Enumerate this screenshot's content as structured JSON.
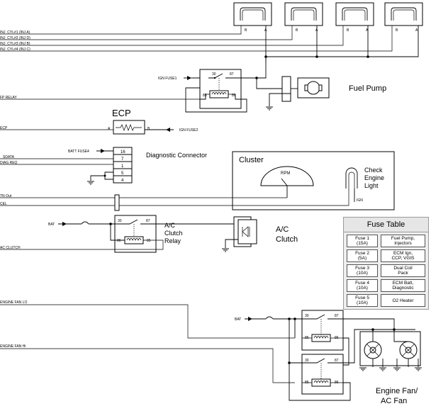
{
  "wires_left": {
    "inj1": "INJ_CYL#1 (INJ A)",
    "inj2": "INJ_CYL#2 (INJ D)",
    "inj3": "INJ_CYL#3 (INJ B)",
    "inj4": "INJ_CYL#4 (INJ C)",
    "fp_relay": "FP RELAY",
    "ecp": "ECP",
    "sdata": "SDATA",
    "diag_req": "DIAG REQ",
    "tn_out": "TN Out",
    "cel": "CEL",
    "ac_clutch": "AC CLUTCH",
    "fan_lo": "ENGINE FAN LO",
    "fan_hi": "ENGINE FAN Hi"
  },
  "injector_pins": {
    "b": "B",
    "a": "A"
  },
  "fuel_pump": {
    "ign": "IGN FUSE1",
    "label": "Fuel Pump",
    "p30": "30",
    "p87": "87",
    "p85": "85",
    "p86": "86"
  },
  "ecp_block": {
    "title": "ECP",
    "pin_a": "A",
    "pin_b": "B",
    "ign": "IGN FUSE2"
  },
  "diag": {
    "batt": "BATT FUSE4",
    "pins": [
      "16",
      "7",
      "1",
      "5",
      "4"
    ],
    "label": "Diagnostic  Connector"
  },
  "cluster": {
    "title": "Cluster",
    "rpm": "RPM",
    "check": [
      "Check",
      "Engine",
      "Light"
    ],
    "ign": "IGN"
  },
  "ac_relay": {
    "bat": "BAT",
    "label": [
      "A/C",
      "Clutch",
      "Relay"
    ],
    "p30": "30",
    "p87": "87",
    "p86": "86",
    "p85": "85"
  },
  "ac_clutch_block": {
    "label": [
      "A/C",
      "Clutch"
    ]
  },
  "fan": {
    "bat": "BAT",
    "p30": "30",
    "p87": "87",
    "p85": "85",
    "p86": "86",
    "label": [
      "Engine Fan/",
      "AC Fan"
    ]
  },
  "fuse_table": {
    "title": "Fuse Table",
    "rows": [
      {
        "fuse": [
          "Fuse 1",
          "(15A)"
        ],
        "desc": [
          "Fuel Pump,",
          "Injectors"
        ]
      },
      {
        "fuse": [
          "Fuse 2",
          "(5A)"
        ],
        "desc": [
          "ECM Ign,",
          "CCP, VGIS"
        ]
      },
      {
        "fuse": [
          "Fuse 3",
          "(10A)"
        ],
        "desc": [
          "Dual Coil",
          "Pack"
        ]
      },
      {
        "fuse": [
          "Fuse 4",
          "(10A)"
        ],
        "desc": [
          "ECM Batt,",
          "Diagnostic"
        ]
      },
      {
        "fuse": [
          "Fuse 5",
          "(10A)"
        ],
        "desc": [
          "O2 Heater"
        ]
      }
    ]
  }
}
